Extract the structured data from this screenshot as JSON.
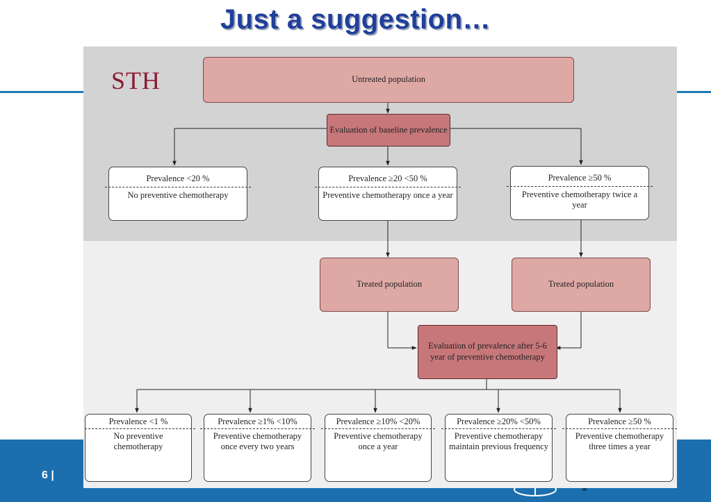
{
  "slide": {
    "title": "Just a suggestion…",
    "page_number": "6 |"
  },
  "diagram": {
    "label": "STH",
    "untreated": "Untreated population",
    "baseline_eval": "Evaluation of baseline prevalence",
    "baseline_tiers": [
      {
        "heading": "Prevalence <20 %",
        "action": "No preventive chemotherapy"
      },
      {
        "heading": "Prevalence ≥20 <50 %",
        "action": "Preventive chemotherapy once a year"
      },
      {
        "heading": "Prevalence ≥50 %",
        "action": "Preventive chemotherapy twice a year"
      }
    ],
    "treated": [
      "Treated population",
      "Treated population"
    ],
    "followup_eval": "Evaluation of prevalence after 5-6 year of preventive chemotherapy",
    "followup_tiers": [
      {
        "heading": "Prevalence <1 %",
        "action": "No preventive chemotherapy"
      },
      {
        "heading": "Prevalence ≥1% <10%",
        "action": "Preventive chemotherapy once every two years"
      },
      {
        "heading": "Prevalence ≥10% <20%",
        "action": "Preventive chemotherapy once a year"
      },
      {
        "heading": "Prevalence ≥20% <50%",
        "action": "Preventive chemotherapy maintain previous frequency"
      },
      {
        "heading": "Prevalence ≥50 %",
        "action": "Preventive chemotherapy three times a year"
      }
    ]
  },
  "colors": {
    "title": "#1f3f9a",
    "brand_blue": "#1b6fae",
    "population_box": "#dea9a5",
    "evaluation_box": "#c7777a",
    "sth_label": "#8b1a2f"
  },
  "icons": [
    "who-logo-icon"
  ]
}
